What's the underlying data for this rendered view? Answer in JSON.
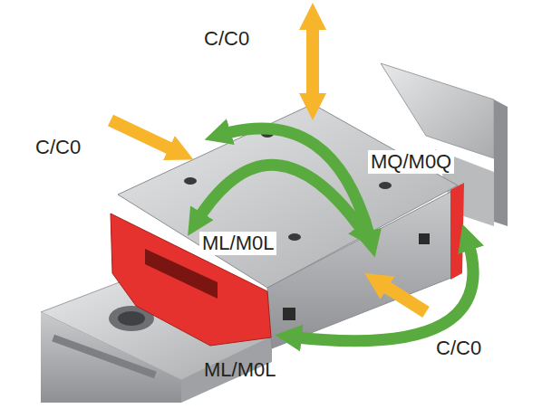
{
  "diagram": {
    "labels": [
      "C/C0",
      "C/C0",
      "MQ/M0Q",
      "ML/M0L",
      "C/C0",
      "ML/M0L"
    ]
  }
}
